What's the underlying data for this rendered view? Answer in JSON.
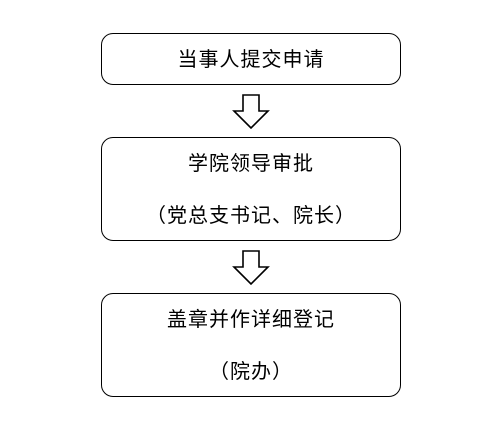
{
  "flow": {
    "step1": {
      "text": "当事人提交申请"
    },
    "step2": {
      "line1": "学院领导审批",
      "line2": "（党总支书记、院长）"
    },
    "step3": {
      "line1": "盖章并作详细登记",
      "line2": "（院办）"
    }
  },
  "colors": {
    "stroke": "#000000",
    "background": "#ffffff"
  },
  "icons": {
    "connector": "hollow-down-arrow-icon"
  }
}
